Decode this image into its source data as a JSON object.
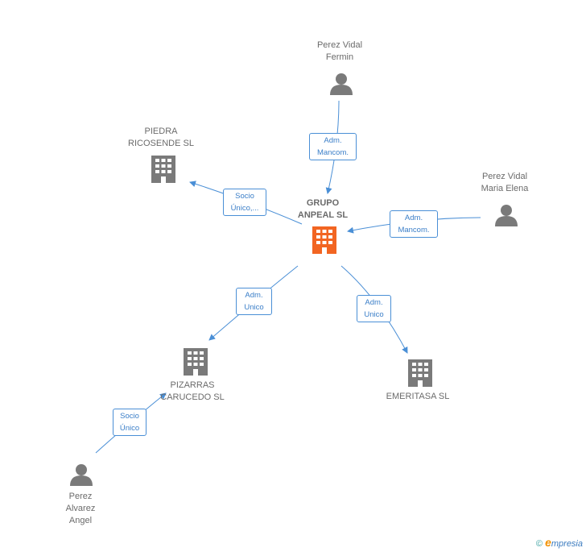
{
  "nodes": {
    "grupo": {
      "label": "GRUPO\nANPEAL SL",
      "type": "company-main"
    },
    "piedra": {
      "label": "PIEDRA\nRICOSENDE SL",
      "type": "company"
    },
    "pizarras": {
      "label": "PIZARRAS\nCARUCEDO SL",
      "type": "company"
    },
    "emeritasa": {
      "label": "EMERITASA SL",
      "type": "company"
    },
    "fermin": {
      "label": "Perez Vidal\nFermin",
      "type": "person"
    },
    "elena": {
      "label": "Perez Vidal\nMaria Elena",
      "type": "person"
    },
    "angel": {
      "label": "Perez\nAlvarez\nAngel",
      "type": "person"
    }
  },
  "relations": {
    "fermin_grupo": "Adm.\nMancom.",
    "elena_grupo": "Adm.\nMancom.",
    "grupo_piedra": "Socio\nÚnico,...",
    "grupo_pizarras": "Adm.\nUnico",
    "grupo_emeritasa": "Adm.\nUnico",
    "angel_pizarras": "Socio\nÚnico"
  },
  "footer": {
    "copyright": "©",
    "brand_e": "e",
    "brand_rest": "mpresia"
  },
  "colors": {
    "edge": "#4a8fd6",
    "main_company": "#f26522",
    "node": "#7a7a7a"
  }
}
